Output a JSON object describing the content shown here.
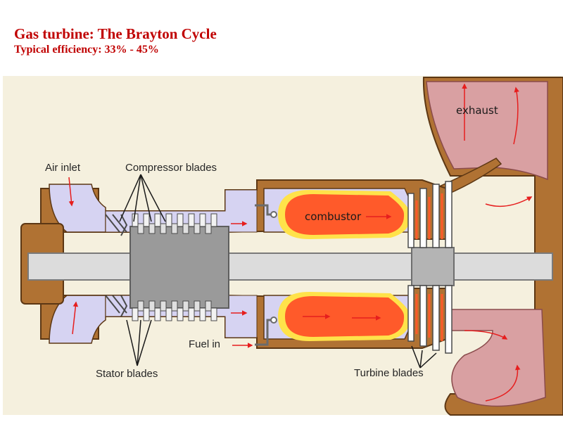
{
  "header": {
    "title": "Gas turbine: The Brayton Cycle",
    "subtitle": "Typical efficiency: 33% - 45%"
  },
  "labels": {
    "air_inlet": "Air inlet",
    "compressor_blades": "Compressor blades",
    "combustor": "combustor",
    "exhaust": "exhaust",
    "fuel_in": "Fuel in",
    "stator_blades": "Stator blades",
    "turbine_blades": "Turbine blades"
  },
  "colors": {
    "title": "#c00000",
    "background": "#f5f0de",
    "casing": "#b07233",
    "casing_outline": "#5c3714",
    "air_flow": "#d6d3f2",
    "shaft": "#dcdcdc",
    "drum": "#9a9a9a",
    "flame_outer": "#ffe24a",
    "flame_inner": "#ff5a2a",
    "exhaust_gas": "#d9a0a2",
    "arrow": "#e61e1e"
  }
}
